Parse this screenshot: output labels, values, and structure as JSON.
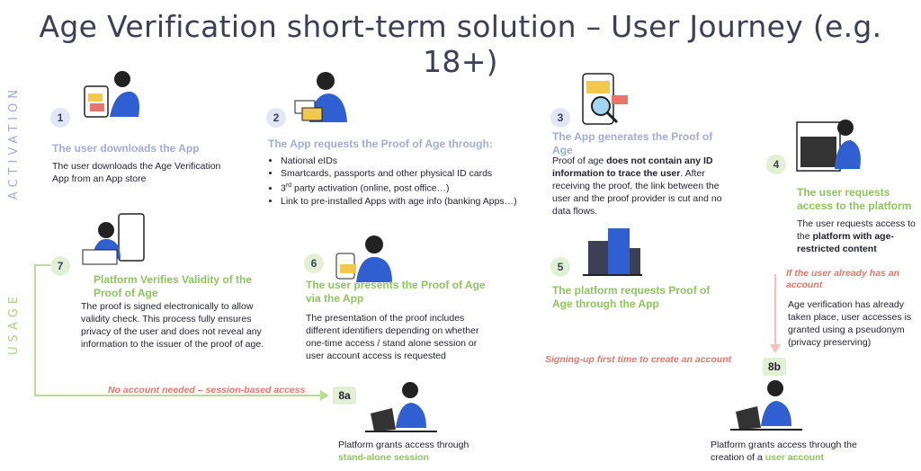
{
  "title": "Age Verification short-term solution – User Journey (e.g. 18+)",
  "side_labels": {
    "activation": "ACTIVATION",
    "usage": "USAGE"
  },
  "steps": {
    "s1": {
      "num": "1",
      "heading": "The user downloads the App",
      "text": "The user downloads the Age Verification App from an App store"
    },
    "s2": {
      "num": "2",
      "heading": "The App requests the Proof of Age through:",
      "bullets": [
        "National eIDs",
        "Smartcards, passports and other physical ID cards",
        "party activation (online, post office…)",
        "Link to pre-installed Apps with age info (banking Apps…)"
      ],
      "bullet3_prefix": "3",
      "bullet3_sup": "rd"
    },
    "s3": {
      "num": "3",
      "heading": "The App generates the Proof of Age",
      "t1": "Proof of age ",
      "t2": "does not contain any ID information to trace the user",
      "t3": ". After receiving the proof, the link between the user and the proof provider is cut and no data flows."
    },
    "s4": {
      "num": "4",
      "heading": "The user requests access to the platform",
      "t1": "The user requests access to the ",
      "t2": "platform with age-restricted content"
    },
    "s5": {
      "num": "5",
      "heading": "The platform requests Proof of Age through the App"
    },
    "s6": {
      "num": "6",
      "heading": "The user presents the Proof of Age via the App",
      "text": "The presentation of the proof includes different identifiers depending on whether one-time access / stand alone session or user account access is requested"
    },
    "s7": {
      "num": "7",
      "heading": "Platform Verifies Validity of the Proof of Age",
      "text": "The proof is signed electronically to allow validity check. This process fully ensures privacy of the user and does not reveal any information to the issuer of the proof of age."
    },
    "s8a": {
      "num": "8a",
      "t1": "Platform grants access through",
      "t2": "stand-alone session"
    },
    "s8b": {
      "num": "8b",
      "t1": "Platform grants access through the creation of a ",
      "t2": "user account"
    }
  },
  "notes": {
    "no_account": "No account needed – session-based access",
    "signing_up": "Signing-up first time to create an account",
    "already_has": "If the user already has an account",
    "already_text": "Age verification has already taken place, user accesses is granted using a pseudonym (privacy preserving)"
  },
  "colors": {
    "activation": "#a3acd9",
    "usage": "#8fc45e",
    "note": "#e8756a",
    "accent_blue": "#2f5fd0"
  }
}
